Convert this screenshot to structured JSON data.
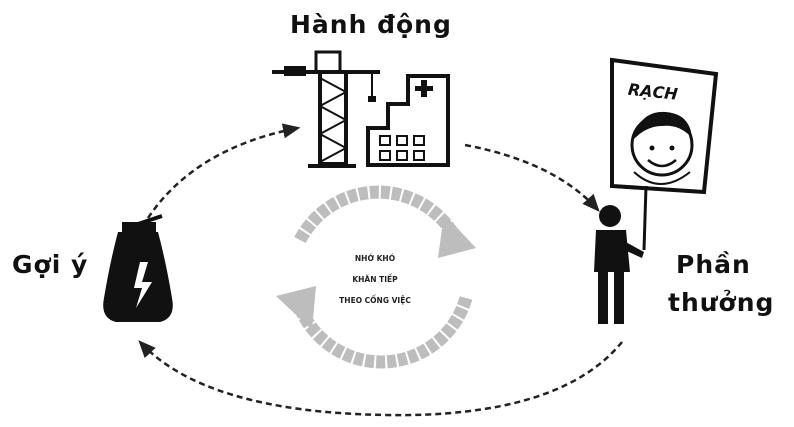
{
  "nodes": {
    "action": {
      "label": "Hành động"
    },
    "idea": {
      "label": "Gợi ý"
    },
    "reward": {
      "label_line1": "Phần",
      "label_line2": "thưởng"
    },
    "center_lines": [
      "NHỚ KHÓ",
      "KHĂN TIẾP",
      "THEO CỐNG VIỆC"
    ]
  },
  "sign": {
    "text": "RẠCH"
  },
  "colors": {
    "ink": "#111111",
    "cycle_ring": "#bdbdbd",
    "background": "#ffffff"
  }
}
